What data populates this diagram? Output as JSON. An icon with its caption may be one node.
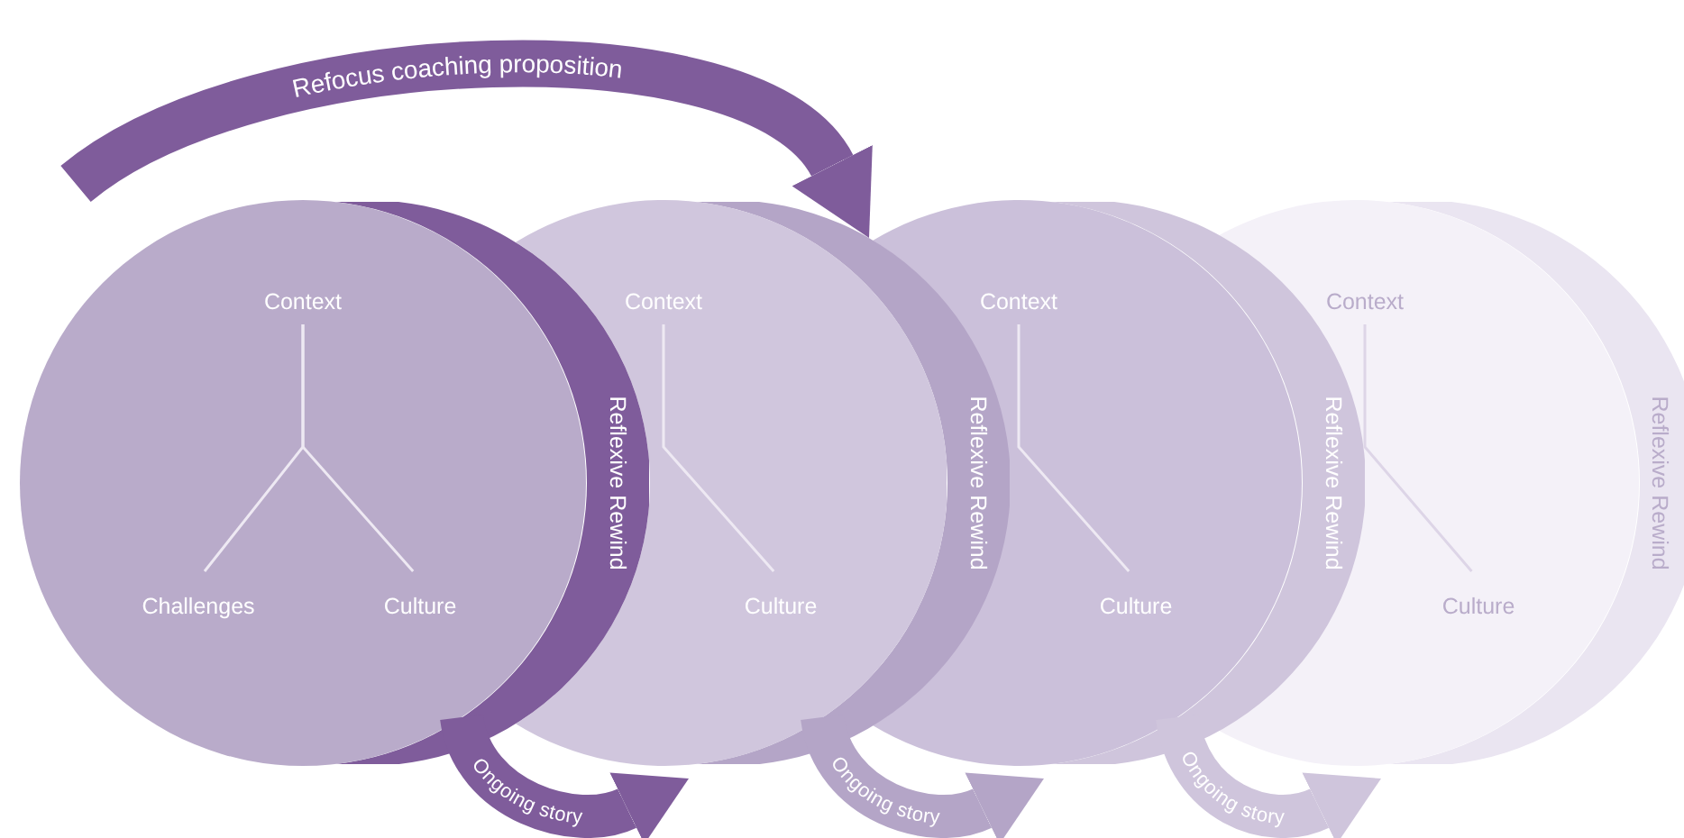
{
  "diagram": {
    "nodes": [
      {
        "text": [],
        "shape": "circle"
      },
      {
        "text": [
          "Context"
        ],
        "in": 0
      },
      {
        "text": [
          "Challenges"
        ],
        "in": 0
      },
      {
        "text": [
          "Culture"
        ],
        "in": 0
      },
      {
        "text": [
          "Reflexive Rewind"
        ]
      },
      {
        "text": [],
        "shape": "circle"
      },
      {
        "text": [
          "Context"
        ],
        "in": 5
      },
      {
        "text": [
          "Culture"
        ],
        "in": 5
      },
      {
        "text": [
          "Reflexive Rewind"
        ]
      },
      {
        "text": [],
        "shape": "circle"
      },
      {
        "text": [
          "Context"
        ],
        "in": 9
      },
      {
        "text": [
          "Culture"
        ],
        "in": 9
      },
      {
        "text": [
          "Reflexive Rewind"
        ]
      },
      {
        "text": [],
        "shape": "circle"
      },
      {
        "text": [
          "Context"
        ],
        "in": 13
      },
      {
        "text": [
          "Culture"
        ],
        "in": 13
      },
      {
        "text": [
          "Reflexive Rewind"
        ]
      }
    ],
    "edges": [
      {
        "from": 1,
        "to": 2,
        "arrow": "none"
      },
      {
        "from": 1,
        "to": 3,
        "arrow": "none"
      },
      {
        "from": 6,
        "to": 7,
        "arrow": "none"
      },
      {
        "from": 10,
        "to": 11,
        "arrow": "none"
      },
      {
        "from": 14,
        "to": 15,
        "arrow": "none",
        "color": "#ddd5e7"
      },
      {
        "from": 0,
        "to": 5,
        "arrow": "to",
        "label": "Refocus coaching proposition",
        "style": "thick",
        "color": "#7f5c9b"
      },
      {
        "from": 4,
        "to": 5,
        "arrow": "to",
        "label": "Ongoing story",
        "style": "thick",
        "color": "#7f5c9b"
      },
      {
        "from": 8,
        "to": 9,
        "arrow": "to",
        "label": "Ongoing story",
        "style": "thick",
        "color": "#b4a5c7"
      },
      {
        "from": 12,
        "to": 13,
        "arrow": "to",
        "label": "Ongoing story",
        "style": "thick",
        "color": "#cfc5dc"
      }
    ]
  }
}
